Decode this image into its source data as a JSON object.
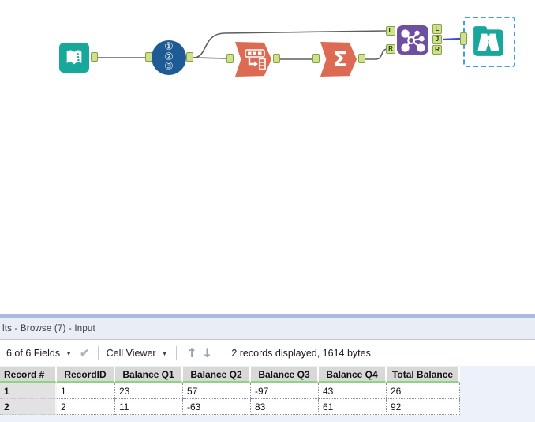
{
  "canvas": {
    "icons": {
      "record_id_digits": [
        "①",
        "②",
        "③"
      ],
      "summarize_glyph": "Σ"
    },
    "join_anchors": {
      "in": [
        "L",
        "R"
      ],
      "out": [
        "L",
        "J",
        "R"
      ]
    },
    "colors": {
      "teal": "#18a79b",
      "blue": "#1e5b94",
      "orange": "#dd6a52",
      "purple": "#6f4fa1",
      "anchor_green": "#cfe18c",
      "wire": "#5f5f5f",
      "selected_wire": "#4343ea",
      "selection_border": "#3e9bf0"
    }
  },
  "results_panel": {
    "title": "lts - Browse (7) - Input",
    "toolbar": {
      "fields_dropdown": "6 of 6 Fields",
      "apply_check": "✔",
      "cell_viewer_dropdown": "Cell Viewer",
      "up_arrow": "↑",
      "down_arrow": "↓",
      "records_info": "2 records displayed, 1614 bytes"
    },
    "table": {
      "columns": [
        "Record #",
        "RecordID",
        "Balance Q1",
        "Balance Q2",
        "Balance Q3",
        "Balance Q4",
        "Total Balance"
      ],
      "rows": [
        [
          "1",
          "1",
          "23",
          "57",
          "-97",
          "43",
          "26"
        ],
        [
          "2",
          "2",
          "11",
          "-63",
          "83",
          "61",
          "92"
        ]
      ],
      "header_green": "#8fd283"
    }
  }
}
